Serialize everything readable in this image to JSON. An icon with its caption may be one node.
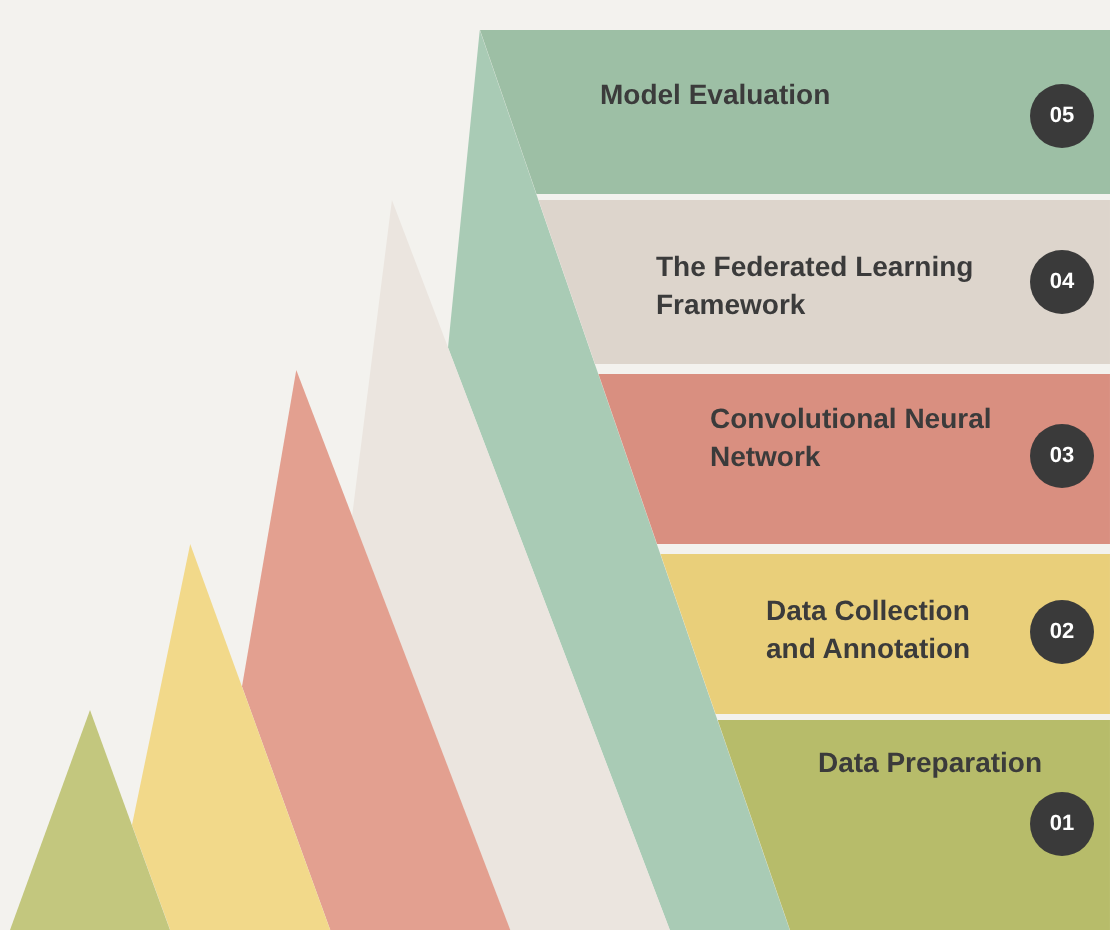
{
  "diagram": {
    "nodes": [
      {
        "text": [
          "Model Evaluation"
        ]
      },
      {
        "text": [
          "05"
        ],
        "in": 0
      },
      {
        "text": [
          "The Federated Learning Framework"
        ]
      },
      {
        "text": [
          "04"
        ],
        "in": 2
      },
      {
        "text": [
          "Convolutional Neural Network"
        ]
      },
      {
        "text": [
          "03"
        ],
        "in": 4
      },
      {
        "text": [
          "Data Collection and Annotation"
        ]
      },
      {
        "text": [
          "02"
        ],
        "in": 6
      },
      {
        "text": [
          "Data Preparation"
        ]
      },
      {
        "text": [
          "01"
        ],
        "in": 8
      },
      {
        "text": [],
        "shape": "triangle"
      },
      {
        "text": [],
        "shape": "triangle"
      },
      {
        "text": [],
        "shape": "triangle"
      },
      {
        "text": [],
        "shape": "triangle"
      },
      {
        "text": [],
        "shape": "triangle"
      }
    ],
    "edges": []
  }
}
